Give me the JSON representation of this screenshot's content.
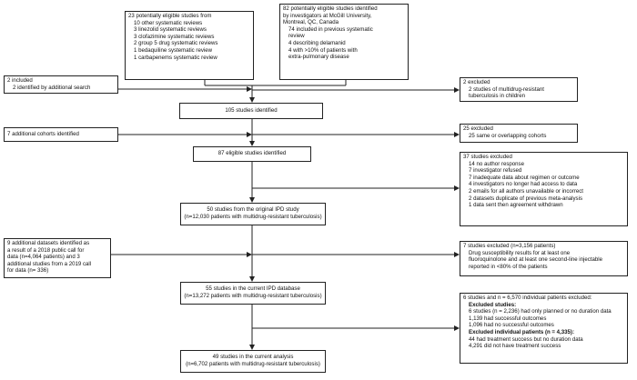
{
  "boxes": {
    "sources_a": {
      "title": "23 potentially eligible studies from",
      "items": [
        "10 other systematic reviews",
        "3 linezolid systematic reviews",
        "3 clofazimine systematic reviews",
        "2 group 5 drug systematic reviews",
        "1 bedaquiline systematic review",
        "1 carbapenems systematic review"
      ]
    },
    "sources_b": {
      "title_lines": [
        "82 potentially eligible studies identified",
        "by investigators at McGill University,",
        "Montreal, QC, Canada"
      ],
      "items": [
        "74 included in previous systematic",
        "review",
        "4 describing delamanid",
        "4 with >10% of patients with",
        "extra-pulmonary disease"
      ]
    },
    "included_2": {
      "title": "2 included",
      "items": [
        "2 identified by additional search"
      ]
    },
    "excluded_2": {
      "title": "2 excluded",
      "items": [
        "2 studies of multidrug-resistant",
        "tuberculosis in children"
      ]
    },
    "identified_105": {
      "text": "105 studies identified"
    },
    "cohorts_7": {
      "text": "7 additional cohorts identified"
    },
    "excluded_25": {
      "title": "25 excluded",
      "items": [
        "25 same or overlapping cohorts"
      ]
    },
    "eligible_87": {
      "text": "87 eligible studies identified"
    },
    "excluded_37": {
      "title": "37 studies excluded",
      "items": [
        "14 no author response",
        "7 investigator refused",
        "7 inadequate data about regimen or outcome",
        "4 investigators no longer had access to data",
        "2 emails for all authors unavailable or incorrect",
        "2 datasets duplicate of previous meta-analysis",
        "1 data sent then agreement withdrawn"
      ]
    },
    "original_50": {
      "lines": [
        "50 studies from the original IPD study",
        "(n=12,030 patients with multidrug-resistant tuberculosis)"
      ]
    },
    "additional_9": {
      "lines": [
        "9 additional datasets identified as",
        "a result of a  2018 public call for",
        "data (n=4,064 patients) and 3",
        "additional studies from a 2019 call",
        "for data (n= 336)"
      ]
    },
    "excluded_7": {
      "title": "7 studies excluded (n=3,156 patients)",
      "items": [
        "Drug susceptibility results for at least one",
        "fluoroquinolone and at least one second-line injectable",
        "reported in <80% of the patients"
      ]
    },
    "current_55": {
      "lines": [
        "55 studies in the current IPD database",
        "(n=13,272 patients with multidrug-resistant tuberculosis)"
      ]
    },
    "excluded_6": {
      "title": "6 studies and n = 6,570 individual patients excluded:",
      "h1": "Excluded studies:",
      "items1": [
        "6 studies (n = 2,236) had only planned or no duration data",
        "1,139 had successful outcomes",
        "1,096 had no successful outcomes"
      ],
      "h2": "Excluded individual patients (n = 4,335):",
      "items2": [
        "44 had treatment success but no duration data",
        "4,291 did not have treatment success"
      ]
    },
    "analysis_49": {
      "lines": [
        "49 studies in the current analysis",
        "(n=6,702 patients with multidrug-resistant tuberculosis)"
      ]
    }
  }
}
